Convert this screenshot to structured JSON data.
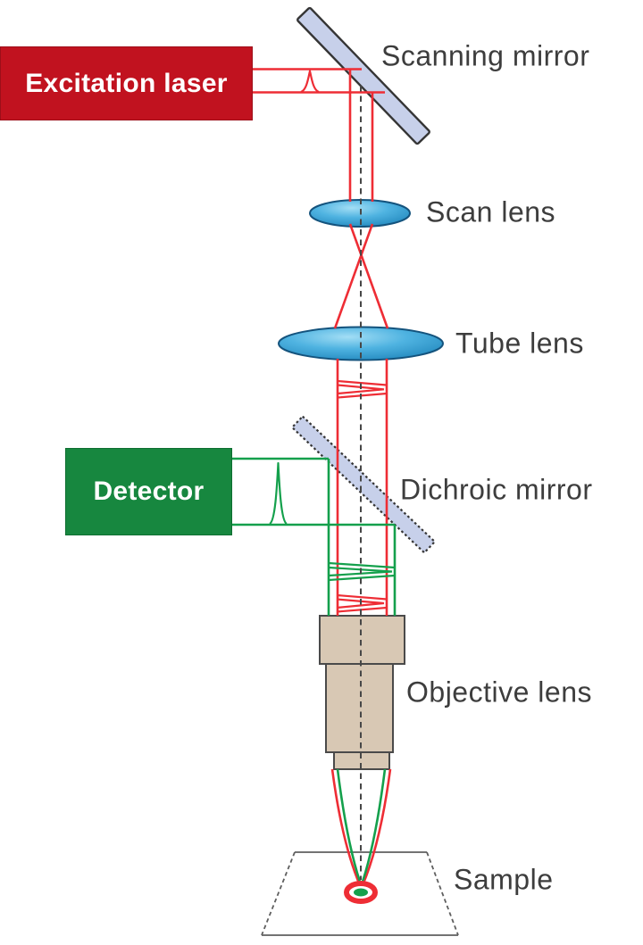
{
  "diagram": {
    "kind": "confocal-microscope-optical-path",
    "components": {
      "excitation_laser": {
        "label": "Excitation laser",
        "type": "source-box"
      },
      "scanning_mirror": {
        "label": "Scanning mirror",
        "type": "tilted-mirror"
      },
      "scan_lens": {
        "label": "Scan lens",
        "type": "lens"
      },
      "tube_lens": {
        "label": "Tube lens",
        "type": "lens"
      },
      "detector": {
        "label": "Detector",
        "type": "detector-box"
      },
      "dichroic_mirror": {
        "label": "Dichroic mirror",
        "type": "tilted-mirror-dotted"
      },
      "objective_lens": {
        "label": "Objective lens",
        "type": "objective-body"
      },
      "sample": {
        "label": "Sample",
        "type": "sample-stage"
      }
    },
    "beams": {
      "excitation": {
        "color": "#ee2d35",
        "path": "laser → scanning mirror → scan lens → focus → tube lens → dichroic (pass) → objective → sample"
      },
      "emission": {
        "color": "#14a04c",
        "path": "sample → objective → dichroic (reflect) → detector"
      }
    },
    "colors": {
      "excitation_beam": "#ee2d35",
      "emission_beam": "#14a04c",
      "laser_box": "#c1121f",
      "detector_box": "#17873f",
      "mirror_fill": "#c7d0ea",
      "objective_fill": "#d8c8b4",
      "label_text": "#3d3d3d"
    }
  }
}
